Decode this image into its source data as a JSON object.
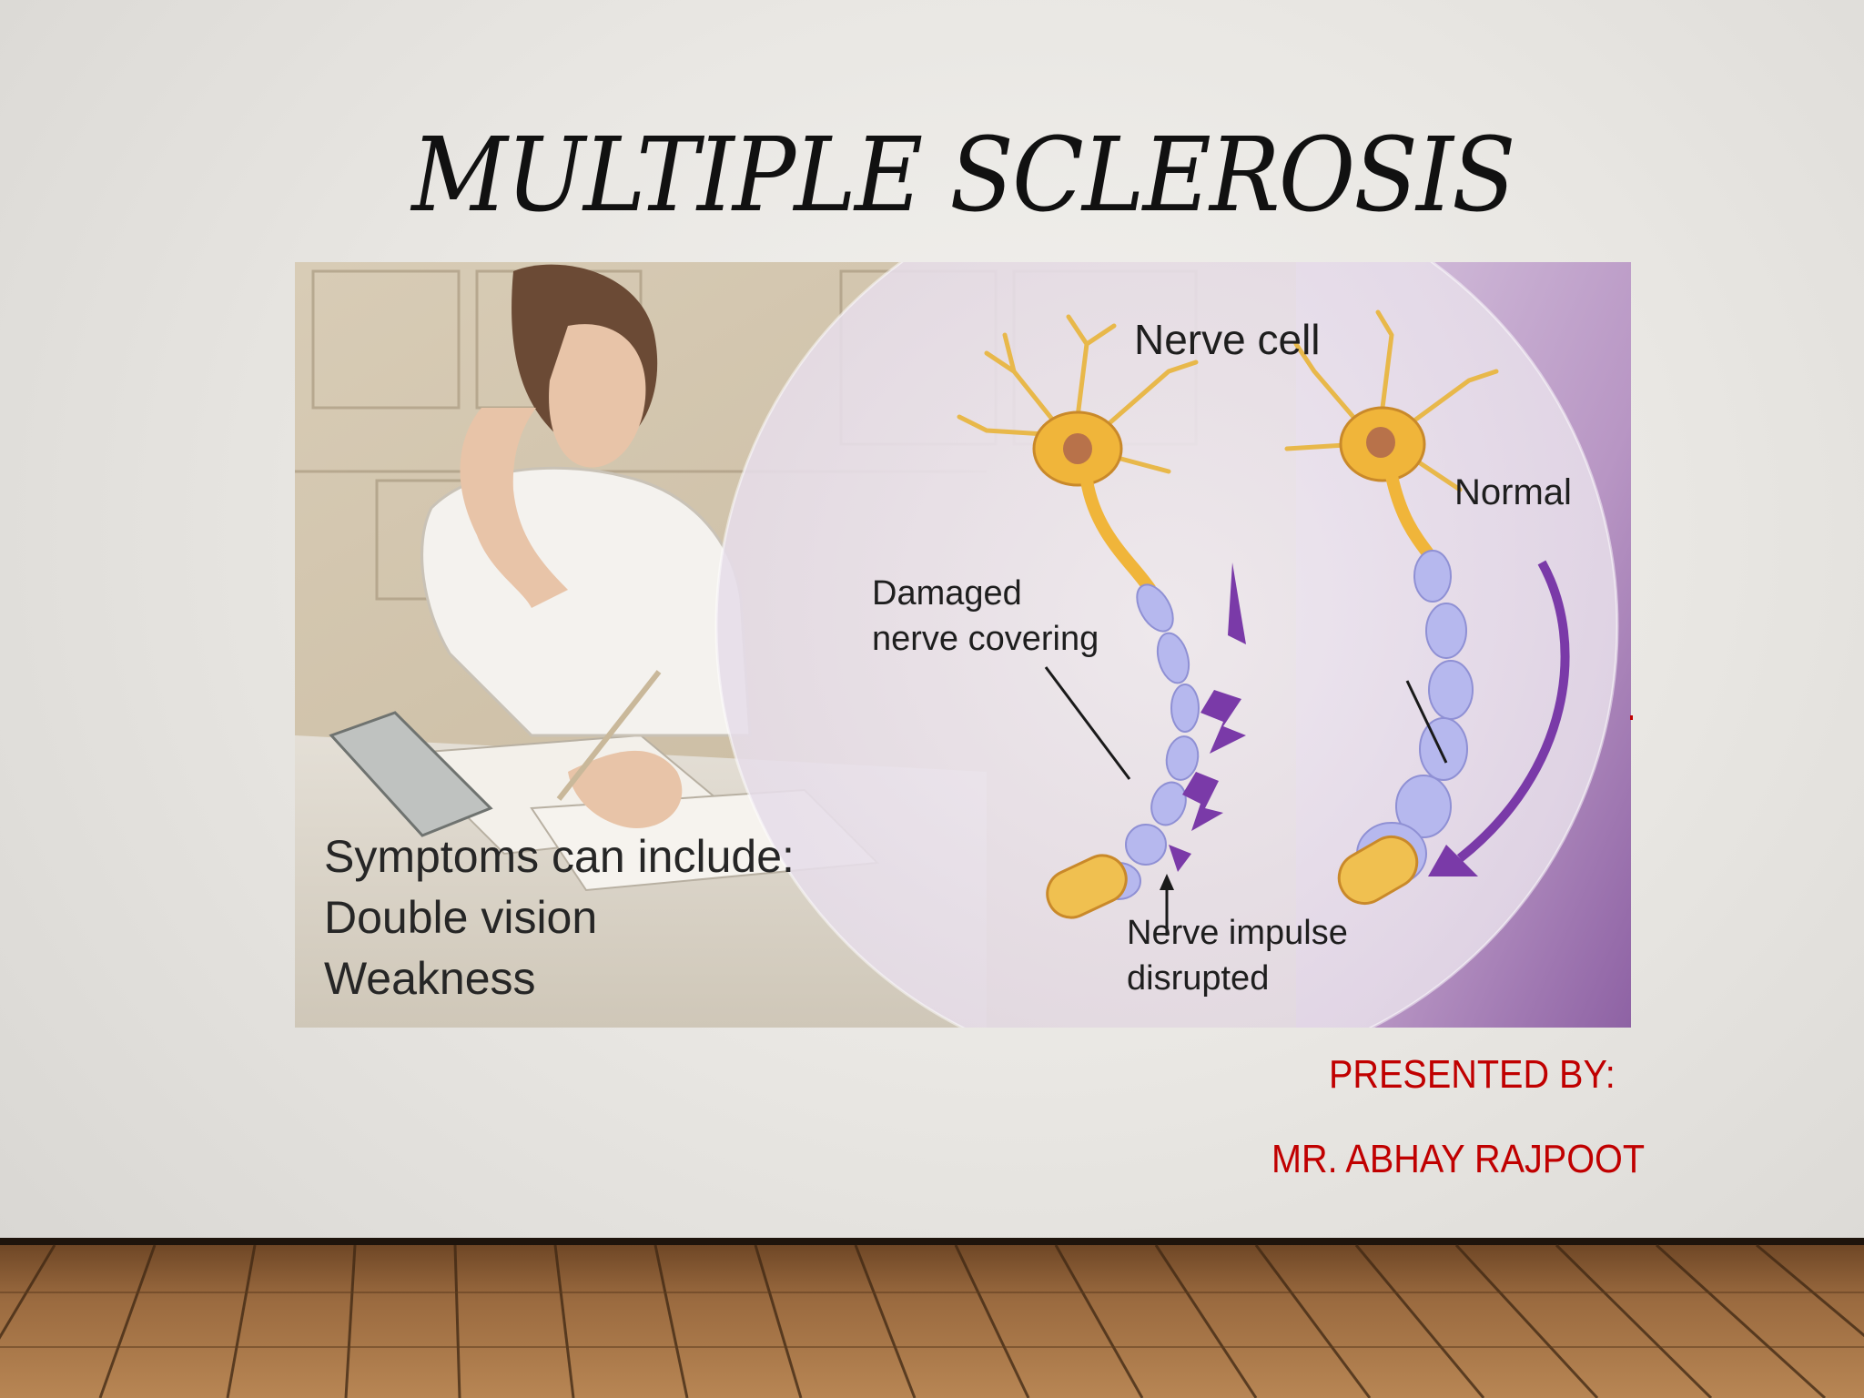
{
  "slide": {
    "title": "MULTIPLE SCLEROSIS",
    "presented_by_label": "PRESENTED BY:",
    "presenter_name": "MR. ABHAY RAJPOOT"
  },
  "figure": {
    "nerve_cell_label": "Nerve cell",
    "normal_label": "Normal",
    "damaged_label_line1": "Damaged",
    "damaged_label_line2": "nerve covering",
    "impulse_label_line1": "Nerve impulse",
    "impulse_label_line2": "disrupted",
    "symptoms_heading": "Symptoms can include:",
    "symptom_1": "Double vision",
    "symptom_2": "Weakness"
  },
  "colors": {
    "title_text": "#111111",
    "presenter_text": "#c00000",
    "myelin": "#b6b8ee",
    "neuron_body": "#f0b53a",
    "impulse_arrow": "#7a3aa8",
    "floor_wood": "#9a6a3f"
  },
  "icons": {
    "illustration": "woman-with-headache-illustration",
    "neuron": "nerve-cell-illustration"
  }
}
